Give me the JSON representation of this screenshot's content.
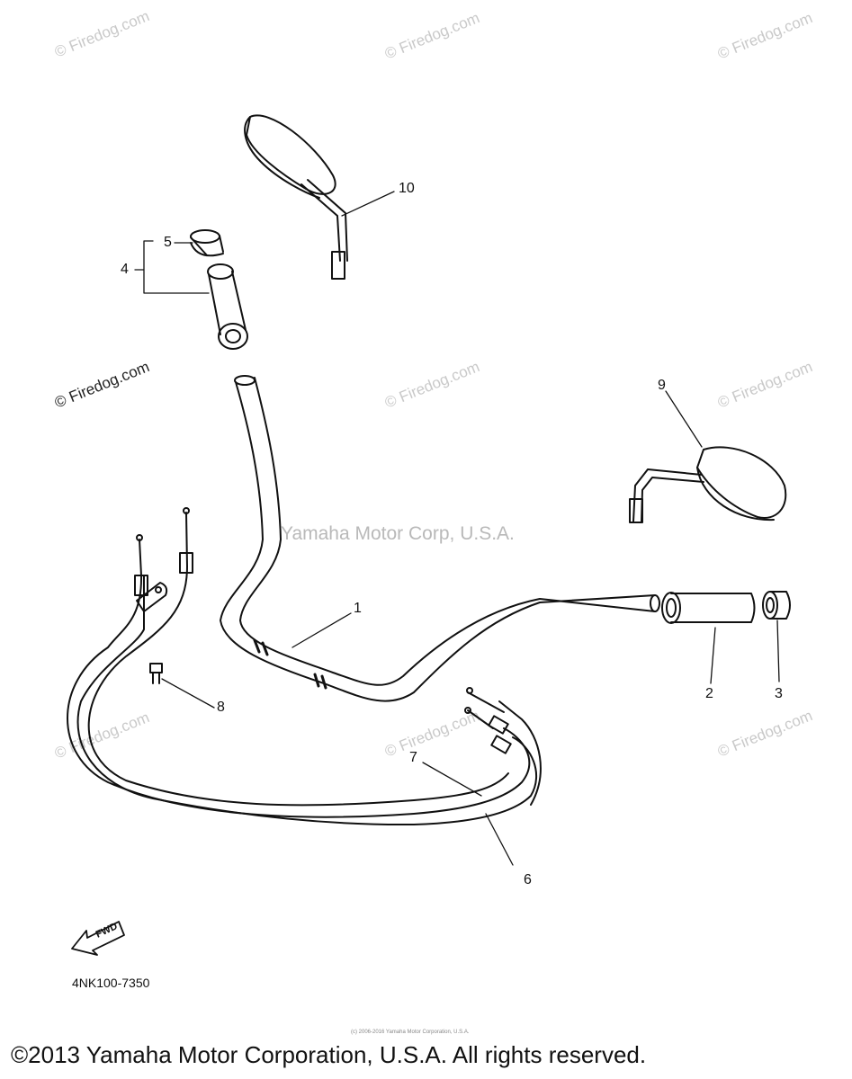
{
  "watermarks": {
    "brand": "© Firedog.com",
    "center": "Yamaha Motor Corp, U.S.A."
  },
  "callouts": [
    "1",
    "2",
    "3",
    "4",
    "5",
    "6",
    "7",
    "8",
    "9",
    "10"
  ],
  "fwd_label": "FWD",
  "figure_code": "4NK100-7350",
  "tiny_copyright": "(c) 2006-2016 Yamaha Motor Corporation, U.S.A.",
  "copyright": "©2013 Yamaha Motor Corporation, U.S.A. All rights reserved.",
  "colors": {
    "line": "#111111",
    "watermark": "#c9c9c9"
  }
}
